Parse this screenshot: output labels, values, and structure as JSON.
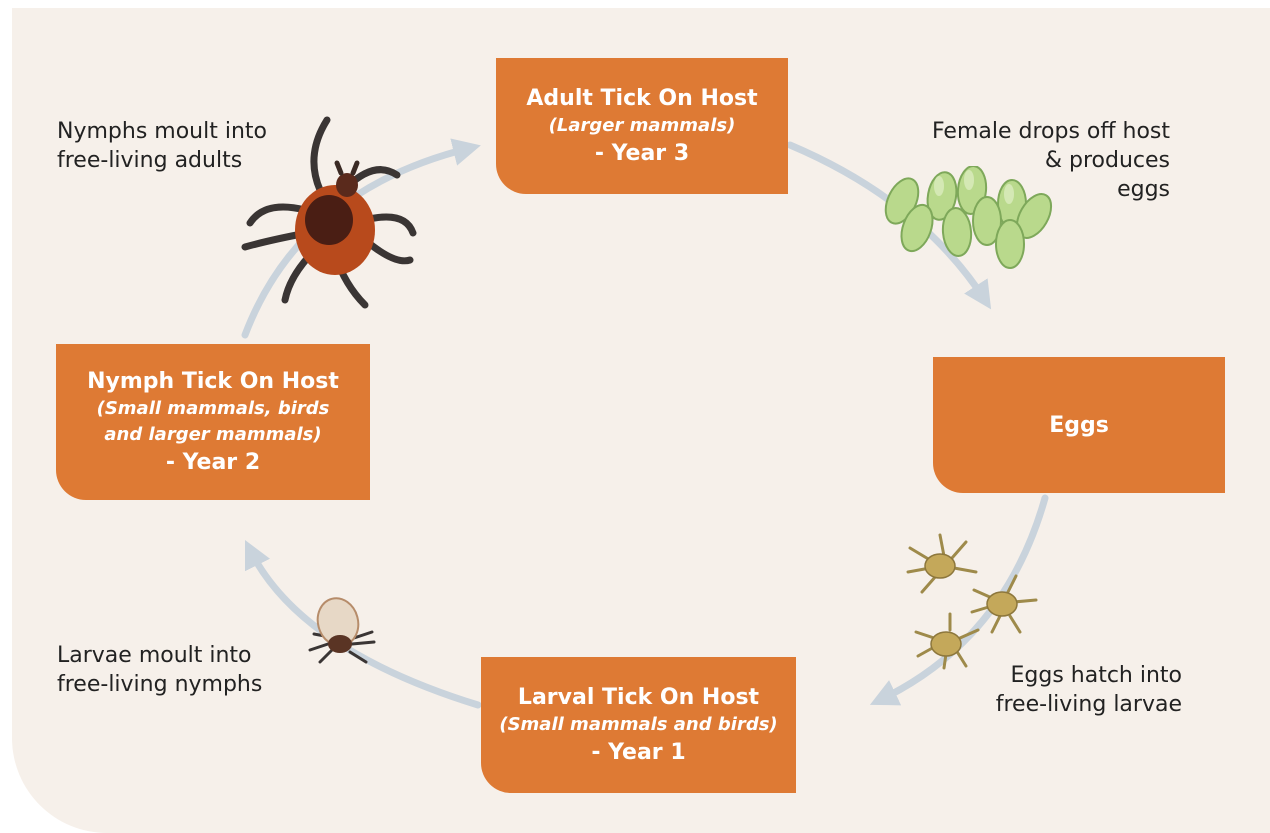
{
  "colors": {
    "background": "#f6f0ea",
    "stage_box": "#de7a34",
    "cycle_arrow": "#c9d3dc",
    "tick_body": "#b84a1c",
    "egg": "#b9d98c",
    "larva": "#c4a85a"
  },
  "stages": {
    "adult": {
      "title": "Adult Tick On Host",
      "host": "(Larger mammals)",
      "year": "- Year 3"
    },
    "eggs": {
      "title": "Eggs"
    },
    "larval": {
      "title": "Larval Tick On Host",
      "host": "(Small mammals and birds)",
      "year": "- Year 1"
    },
    "nymph": {
      "title": "Nymph Tick On Host",
      "host": "(Small mammals, birds\nand larger mammals)",
      "year": "- Year 2"
    }
  },
  "captions": {
    "nymph_moult": "Nymphs moult into\nfree-living adults",
    "female_drops": "Female drops off host\n& produces\neggs",
    "larvae_moult": "Larvae moult into\nfree-living nymphs",
    "eggs_hatch": "Eggs hatch into\nfree-living larvae"
  },
  "illustrations": [
    "adult-tick-icon",
    "egg-cluster-icon",
    "larva-icon",
    "nymph-tick-icon"
  ]
}
